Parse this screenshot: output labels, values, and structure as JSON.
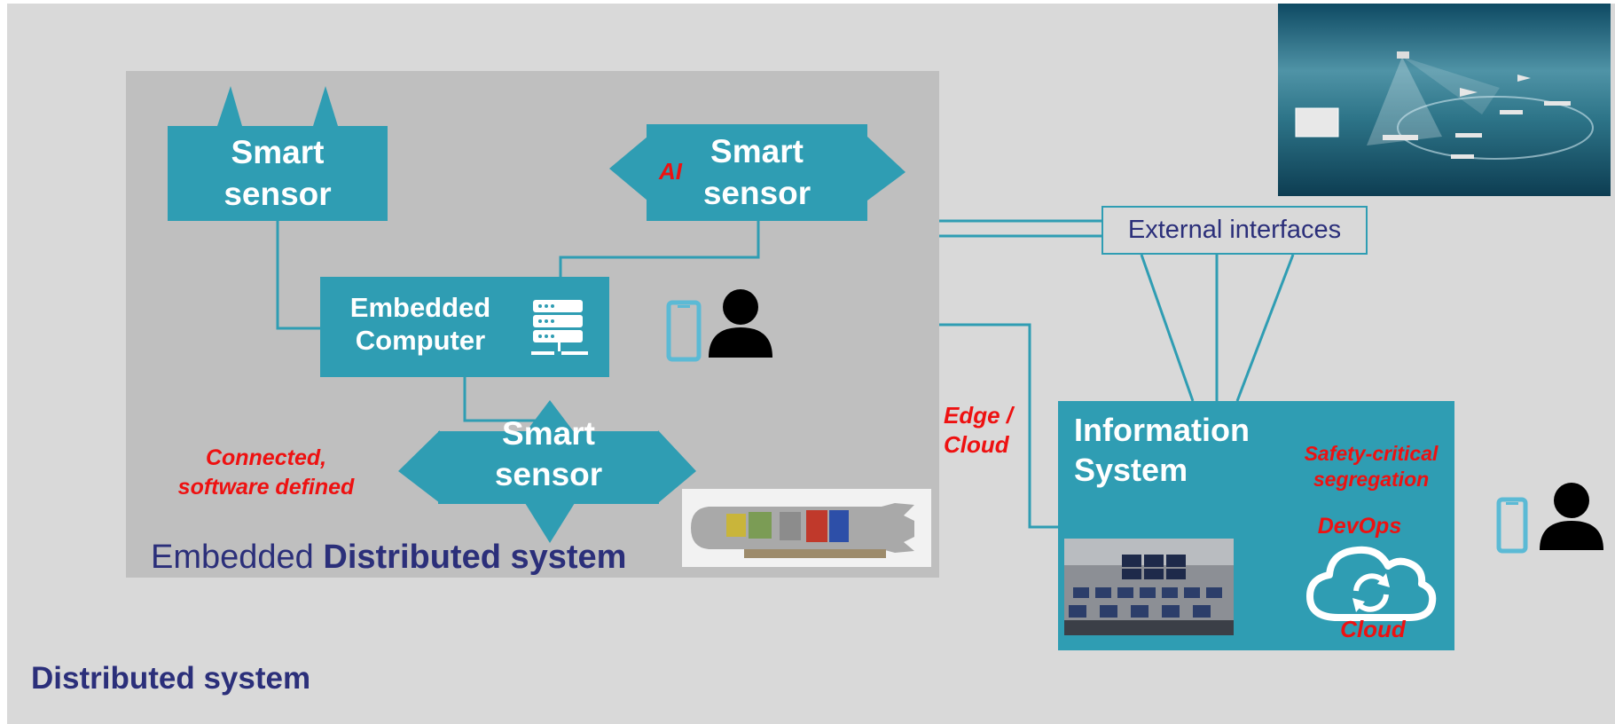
{
  "sensors": [
    {
      "line1": "Smart",
      "line2": "sensor"
    },
    {
      "line1": "Smart",
      "line2": "sensor"
    },
    {
      "line1": "Smart",
      "line2": "sensor"
    }
  ],
  "ai_label": "AI",
  "embedded_computer": {
    "line1": "Embedded",
    "line2": "Computer"
  },
  "connected_label": {
    "line1": "Connected,",
    "line2": "software defined"
  },
  "embedded_title": {
    "light": "Embedded ",
    "bold": "Distributed system"
  },
  "external_interfaces": "External interfaces",
  "edge_cloud": {
    "line1": "Edge /",
    "line2": "Cloud"
  },
  "information_system": {
    "line1": "Information",
    "line2": "System"
  },
  "safety_label": {
    "line1": "Safety-critical",
    "line2": "segregation"
  },
  "devops_label": "DevOps",
  "cloud_label": "Cloud",
  "footer_title": "Distributed system",
  "colors": {
    "teal": "#2f9db3",
    "red": "#ee1111",
    "navy": "#2b2f7a",
    "phone": "#5bbad5"
  },
  "icons": [
    "server-icon",
    "phone-icon",
    "user-icon",
    "cloud-sync-icon"
  ]
}
